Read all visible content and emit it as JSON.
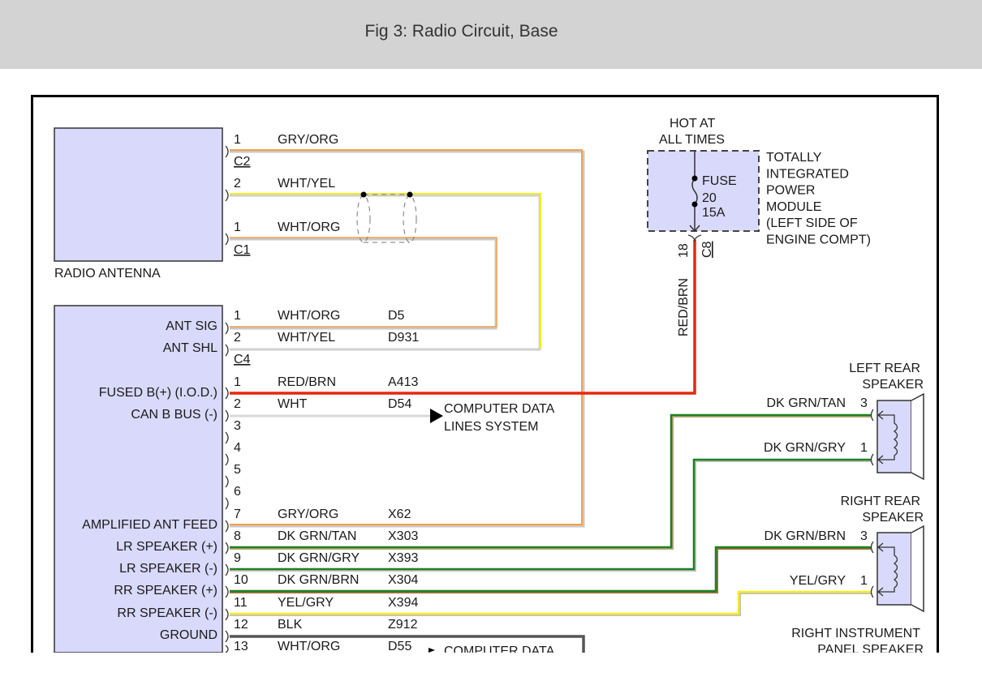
{
  "header": {
    "title": "Fig 3: Radio Circuit, Base"
  },
  "antenna": {
    "label": "RADIO ANTENNA",
    "connectors": {
      "c2": "C2",
      "c1": "C1"
    },
    "pins": [
      {
        "pin": "1",
        "color": "GRY/ORG"
      },
      {
        "pin": "2",
        "color": "WHT/YEL"
      },
      {
        "pin": "1",
        "color": "WHT/ORG"
      }
    ]
  },
  "radio": {
    "connector_c4": "C4",
    "pins": [
      {
        "pin": "1",
        "label": "ANT SIG",
        "color": "WHT/ORG",
        "circuit": "D5"
      },
      {
        "pin": "2",
        "label": "ANT SHL",
        "color": "WHT/YEL",
        "circuit": "D931"
      },
      {
        "pin": "1",
        "label": "FUSED B(+) (I.O.D.)",
        "color": "RED/BRN",
        "circuit": "A413"
      },
      {
        "pin": "2",
        "label": "CAN B BUS (-)",
        "color": "WHT",
        "circuit": "D54"
      },
      {
        "pin": "3"
      },
      {
        "pin": "4"
      },
      {
        "pin": "5"
      },
      {
        "pin": "6"
      },
      {
        "pin": "7",
        "label": "AMPLIFIED ANT FEED",
        "color": "GRY/ORG",
        "circuit": "X62"
      },
      {
        "pin": "8",
        "label": "LR SPEAKER (+)",
        "color": "DK GRN/TAN",
        "circuit": "X303"
      },
      {
        "pin": "9",
        "label": "LR SPEAKER (-)",
        "color": "DK GRN/GRY",
        "circuit": "X393"
      },
      {
        "pin": "10",
        "label": "RR SPEAKER (+)",
        "color": "DK GRN/BRN",
        "circuit": "X304"
      },
      {
        "pin": "11",
        "label": "RR SPEAKER (-)",
        "color": "YEL/GRY",
        "circuit": "X394"
      },
      {
        "pin": "12",
        "label": "GROUND",
        "color": "BLK",
        "circuit": "Z912"
      },
      {
        "pin": "13",
        "color": "WHT/ORG",
        "circuit": "D55"
      }
    ]
  },
  "data_lines": {
    "line1": "COMPUTER DATA",
    "line2": "LINES SYSTEM",
    "line1_b": "COMPUTER DATA"
  },
  "fuse_module": {
    "hot1": "HOT AT",
    "hot2": "ALL TIMES",
    "fuse": "FUSE",
    "number": "20",
    "rating": "15A",
    "name": [
      "TOTALLY",
      "INTEGRATED",
      "POWER",
      "MODULE",
      "(LEFT SIDE OF",
      "ENGINE COMPT)"
    ],
    "pin": "18",
    "connector": "C8",
    "wire_color": "RED/BRN"
  },
  "left_rear_speaker": {
    "title1": "LEFT REAR",
    "title2": "SPEAKER",
    "pins": [
      {
        "pin": "3",
        "color": "DK GRN/TAN"
      },
      {
        "pin": "1",
        "color": "DK GRN/GRY"
      }
    ]
  },
  "right_rear_speaker": {
    "title1": "RIGHT REAR",
    "title2": "SPEAKER",
    "pins": [
      {
        "pin": "3",
        "color": "DK GRN/BRN"
      },
      {
        "pin": "1",
        "color": "YEL/GRY"
      }
    ]
  },
  "right_ip_speaker": {
    "title1": "RIGHT INSTRUMENT",
    "title2": "PANEL SPEAKER"
  },
  "colors": {
    "component_fill": "#d9d9fb",
    "red": "#e8260f",
    "green": "#1f7f1f",
    "yellow": "#f5ee1a",
    "orange": "#f5a04a",
    "gray": "#c8c8c8",
    "black": "#555555"
  }
}
